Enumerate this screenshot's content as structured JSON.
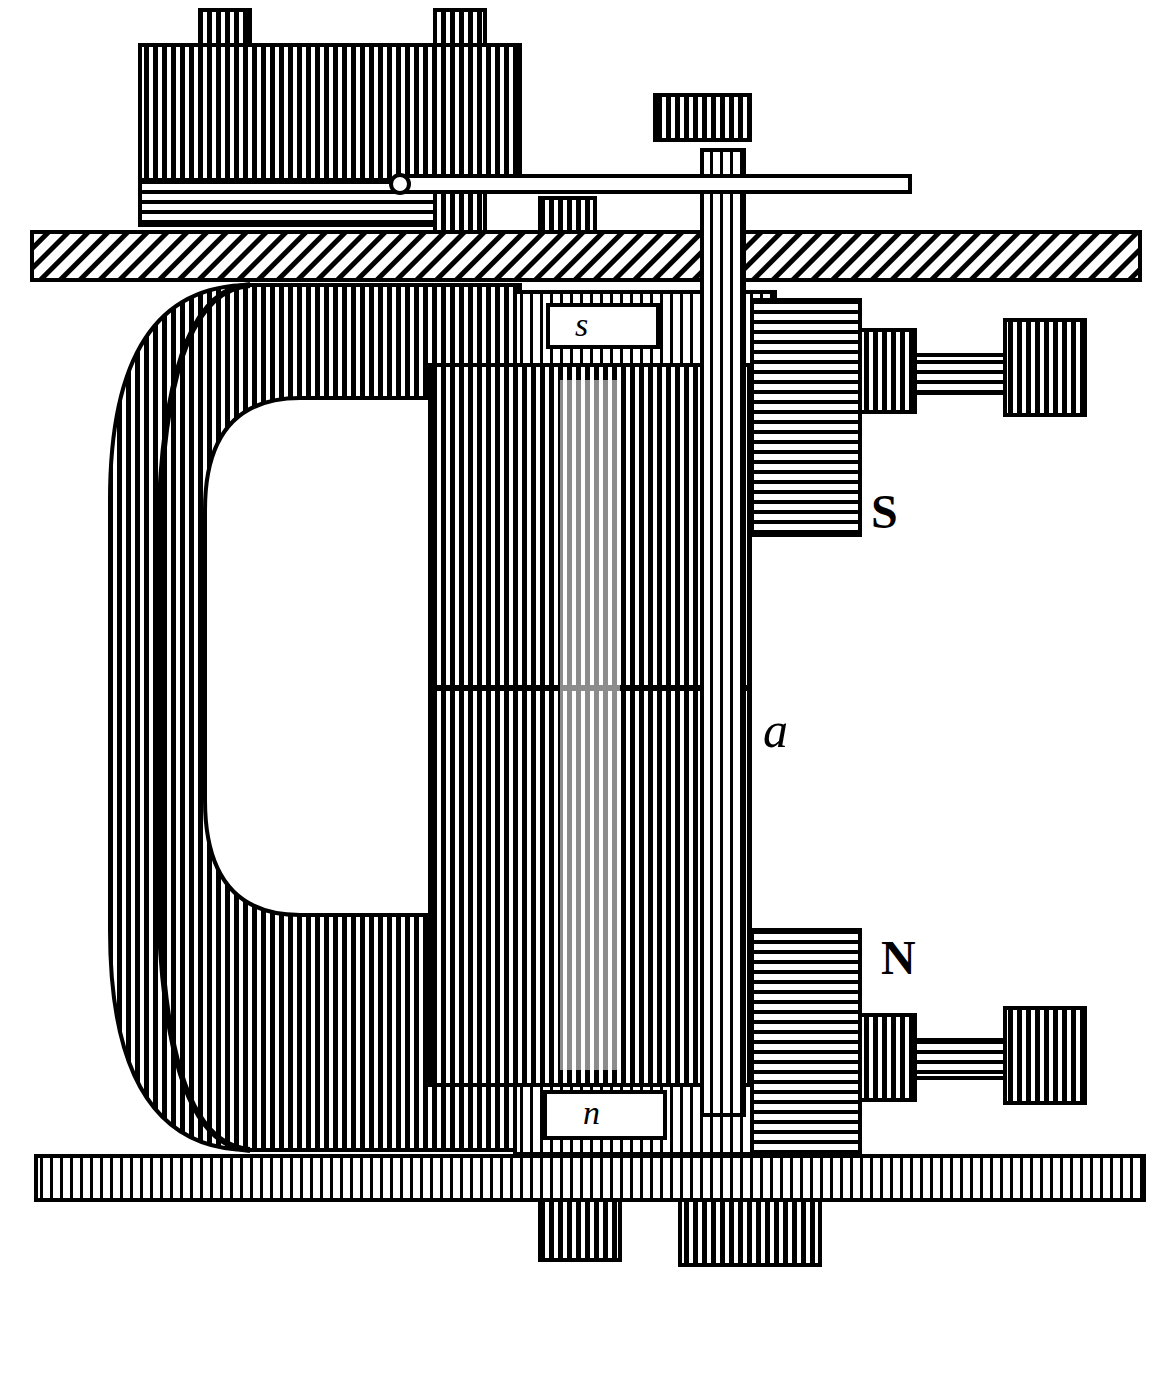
{
  "diagram": {
    "labels": [
      "S",
      "N",
      "a",
      "s",
      "n"
    ]
  }
}
